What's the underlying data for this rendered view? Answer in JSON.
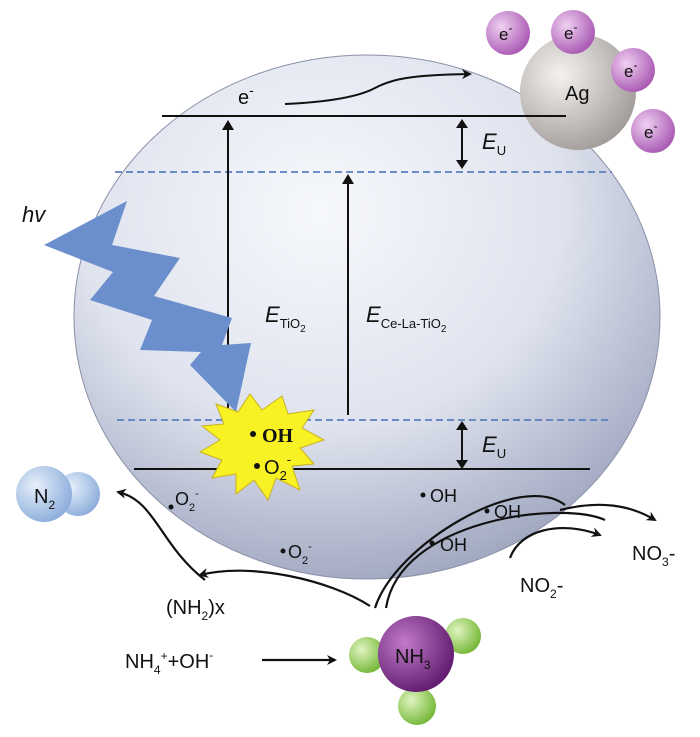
{
  "diagram": {
    "light_label": "hv",
    "electron_label": "e",
    "electron_sup": "-",
    "ag_label": "Ag",
    "eu_label": "E",
    "eu_sub": "U",
    "etio2_label": "E",
    "etio2_sub": "TiO",
    "etio2_subsub": "2",
    "ecelatio2_label": "E",
    "ecelatio2_sub": "Ce-La-TiO",
    "ecelatio2_subsub": "2",
    "oh_label": "OH",
    "o2_label": "O",
    "o2_sub": "2",
    "o2_sup": "-",
    "n2_label": "N",
    "n2_sub": "2",
    "nh2x_label": "(NH",
    "nh2x_sub": "2",
    "nh2x_tail": ")x",
    "nh4_label": "NH",
    "nh4_sub": "4",
    "nh4_sup": "+",
    "nh4_tail": "+OH",
    "nh4_tail_sup": "-",
    "nh3_label": "NH",
    "nh3_sub": "3",
    "no2_label": "NO",
    "no2_sub": "2",
    "no2_tail": "-",
    "no3_label": "NO",
    "no3_sub": "3",
    "no3_tail": "-"
  },
  "colors": {
    "sphere_light": "#f4f6fb",
    "sphere_dark": "#a4acc4",
    "dashed_line": "#5b7fc0",
    "lightning": "#6b8fcc",
    "burst": "#f8f224",
    "electron_ball": "#c07ac8",
    "ag_ball": "#c9c4c2",
    "n2_ball": "#a9c4e6",
    "nh3_center": "#7a2a8a",
    "nh3_h": "#8cce4a"
  }
}
